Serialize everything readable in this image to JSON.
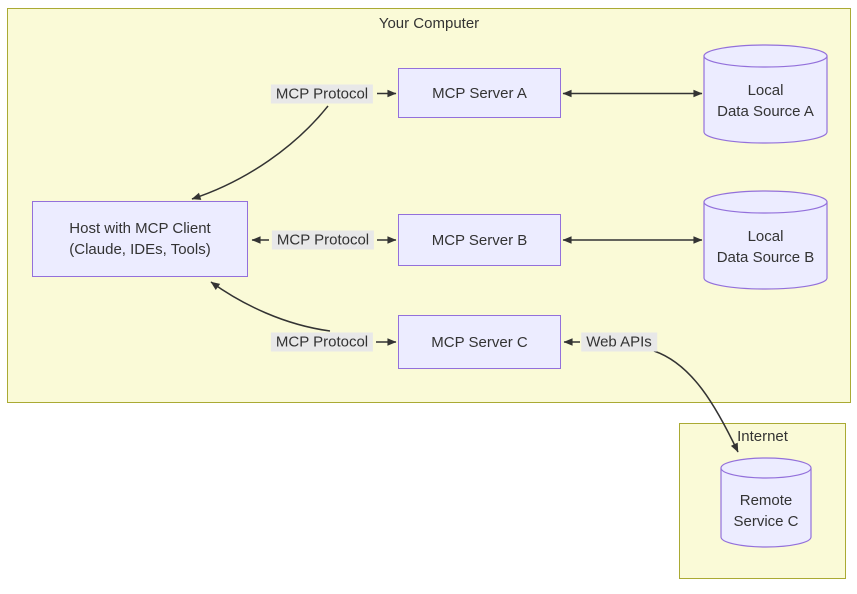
{
  "colors": {
    "cluster_fill": "#fafad7",
    "cluster_border": "#aaaa33",
    "node_fill": "#ececff",
    "node_border": "#9370db",
    "edge_label_bg": "#e8e8e8",
    "line": "#333333",
    "text": "#333333"
  },
  "clusters": {
    "your_computer": {
      "title": "Your Computer"
    },
    "internet": {
      "title": "Internet"
    }
  },
  "nodes": {
    "host": {
      "lines": [
        "Host with MCP Client",
        "(Claude, IDEs, Tools)"
      ]
    },
    "server_a": {
      "label": "MCP Server A"
    },
    "server_b": {
      "label": "MCP Server B"
    },
    "server_c": {
      "label": "MCP Server C"
    },
    "data_a": {
      "lines": [
        "Local",
        "Data Source A"
      ]
    },
    "data_b": {
      "lines": [
        "Local",
        "Data Source B"
      ]
    },
    "remote_c": {
      "lines": [
        "Remote",
        "Service C"
      ]
    }
  },
  "edges": [
    {
      "from": "Host with MCP Client",
      "to": "MCP Server A",
      "label": "MCP Protocol",
      "bidirectional": true
    },
    {
      "from": "Host with MCP Client",
      "to": "MCP Server B",
      "label": "MCP Protocol",
      "bidirectional": true
    },
    {
      "from": "Host with MCP Client",
      "to": "MCP Server C",
      "label": "MCP Protocol",
      "bidirectional": true
    },
    {
      "from": "MCP Server A",
      "to": "Local Data Source A",
      "label": "",
      "bidirectional": true
    },
    {
      "from": "MCP Server B",
      "to": "Local Data Source B",
      "label": "",
      "bidirectional": true
    },
    {
      "from": "MCP Server C",
      "to": "Remote Service C",
      "label": "Web APIs",
      "bidirectional": true
    }
  ]
}
